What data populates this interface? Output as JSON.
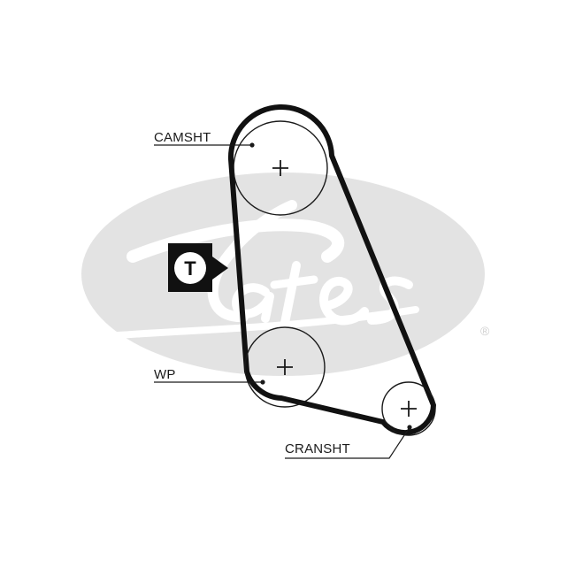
{
  "diagram": {
    "brand": "Gates",
    "registered_symbol": "®",
    "tensioner_symbol": "T",
    "pulleys": [
      {
        "id": "camshaft",
        "label": "CAMSHT"
      },
      {
        "id": "water_pump",
        "label": "WP"
      },
      {
        "id": "crankshaft",
        "label": "CRANSHT"
      }
    ],
    "colors": {
      "belt": "#111111",
      "watermark": "#e3e3e3",
      "background": "#ffffff"
    }
  }
}
